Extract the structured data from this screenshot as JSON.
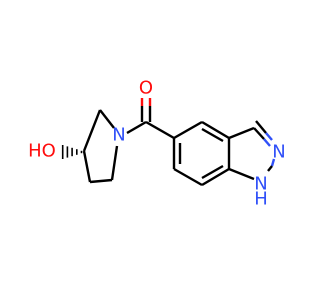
{
  "molecule": {
    "atoms": {
      "carbonyl_oxygen": "O",
      "hydroxyl": "HO",
      "pyrrolidine_nitrogen": "N",
      "indazole_n2": "N",
      "indazole_n1": "N",
      "indazole_n1_h": "H"
    },
    "colors": {
      "bond": "#000000",
      "oxygen": "#ff0d0d",
      "nitrogen": "#3050f8",
      "background": "#ffffff"
    }
  }
}
